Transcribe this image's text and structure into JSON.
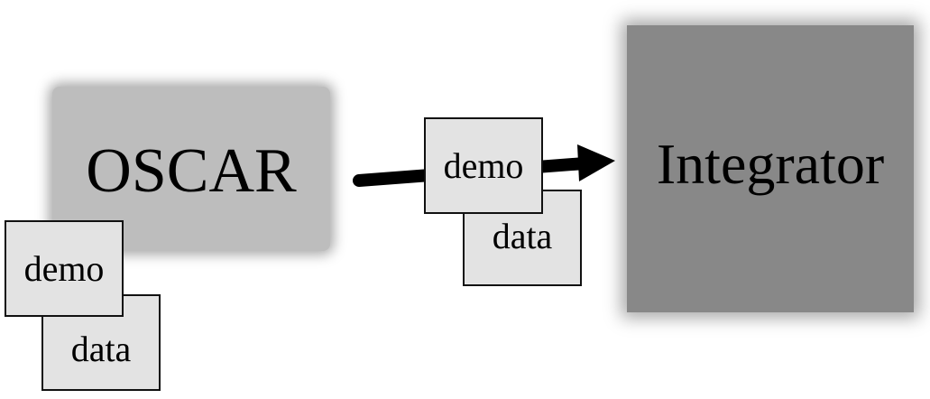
{
  "nodes": {
    "oscar": {
      "label": "OSCAR",
      "fill": "#bdbdbd"
    },
    "integrator": {
      "label": "Integrator",
      "fill": "#888888"
    }
  },
  "documents": {
    "left_demo": "demo",
    "left_data": "data",
    "mid_data": "data",
    "mid_demo": "demo"
  },
  "edges": [
    {
      "from": "OSCAR",
      "to": "Integrator",
      "style": "thick-arrow",
      "color": "#000000"
    }
  ]
}
